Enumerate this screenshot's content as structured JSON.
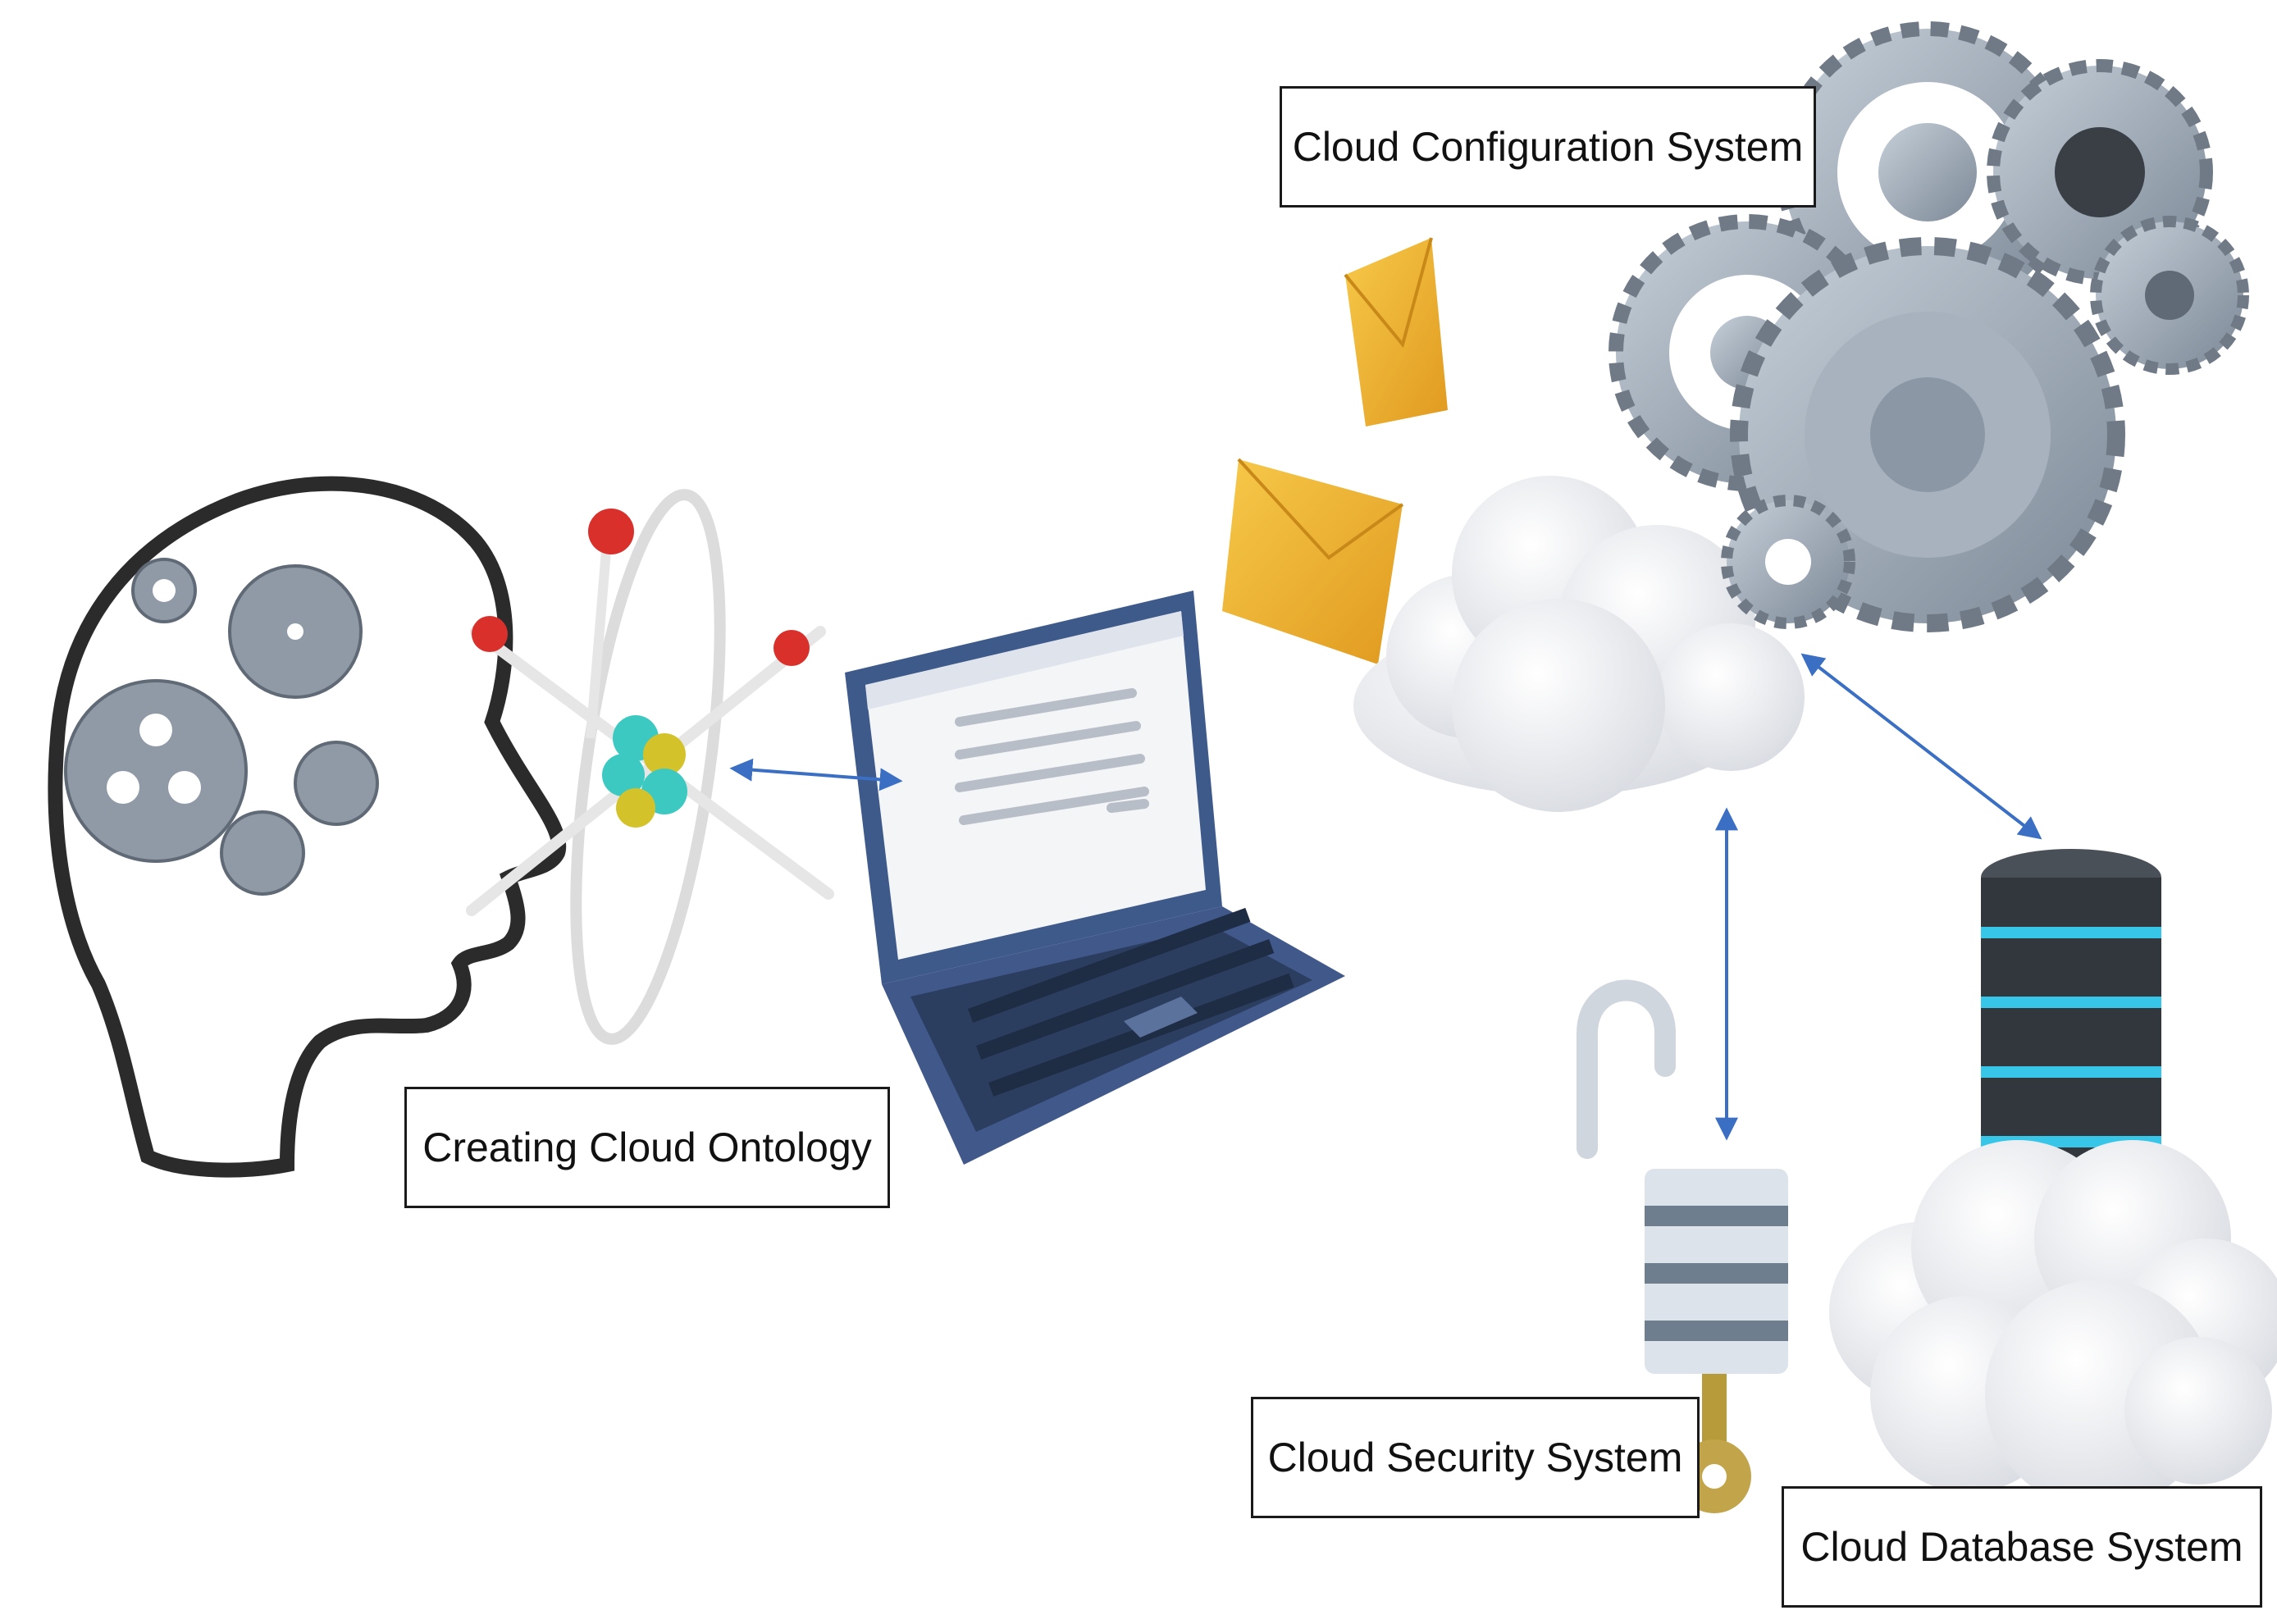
{
  "labels": {
    "ontology": "Creating Cloud Ontology",
    "configuration": "Cloud Configuration System",
    "security": "Cloud Security System",
    "database": "Cloud Database System"
  },
  "colors": {
    "arrow": "#3a6fc4",
    "head_outline": "#2b2b2b",
    "gear_light": "#9aa7b4",
    "gear_dark": "#6f7a86",
    "laptop": "#3d5a8a",
    "envelope": "#f2b830",
    "cloud": "#f3f4f6",
    "db_glow": "#38c6e8",
    "atom_red": "#d9302c",
    "atom_teal": "#3cc9c1",
    "atom_yellow": "#d4c22a",
    "key_gold": "#b79a3a"
  },
  "icons": [
    "head-with-gears-icon",
    "atom-icon",
    "laptop-icon",
    "envelope-icon",
    "cloud-icon",
    "gears-icon",
    "padlock-icon",
    "key-icon",
    "database-icon"
  ]
}
